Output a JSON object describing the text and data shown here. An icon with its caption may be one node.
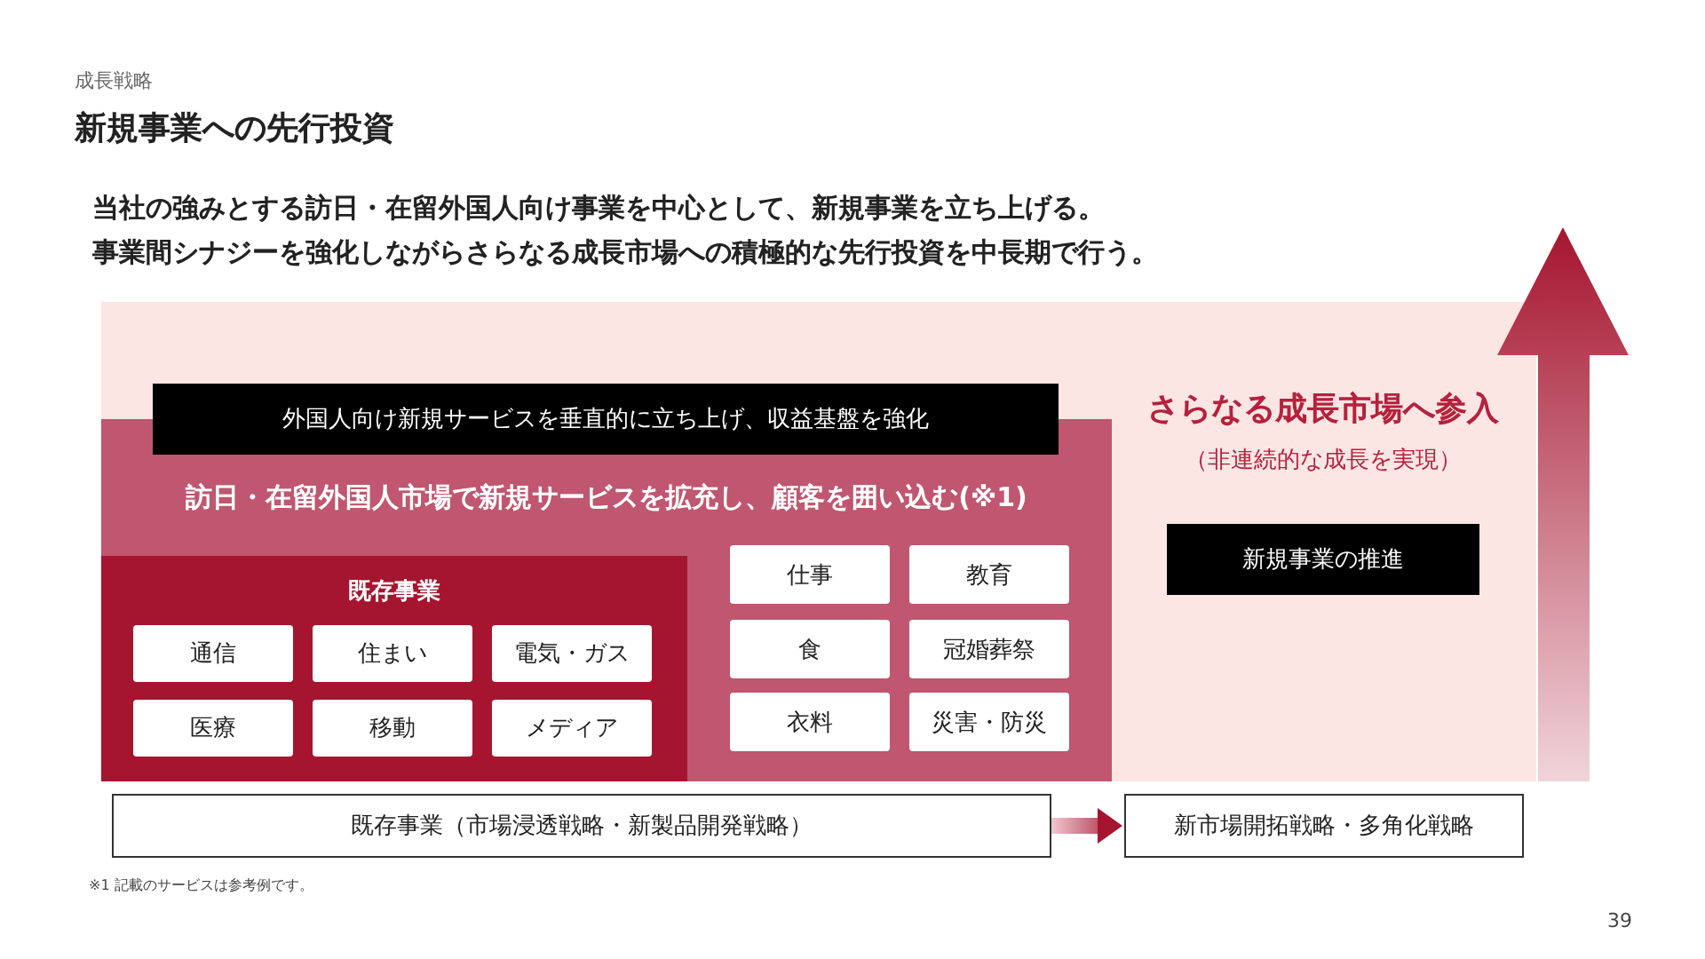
{
  "diagram": {
    "title": "新規事業への先行投資",
    "nodes": [
      {
        "text": [
          "さらなる成長市場へ参入",
          "（非連続的な成長を実現）"
        ]
      },
      {
        "text": [
          "外国人向け新規サービスを垂直的に立ち上げ、収益基盤を強化"
        ],
        "in": 0
      },
      {
        "text": [
          "訪日・在留外国人市場で新規サービスを拡充し、顧客を囲い込む(※1)"
        ],
        "in": 0
      },
      {
        "text": [
          "既存事業"
        ],
        "in": 2
      },
      {
        "text": [
          "通信"
        ],
        "in": 3
      },
      {
        "text": [
          "住まい"
        ],
        "in": 3
      },
      {
        "text": [
          "電気・ガス"
        ],
        "in": 3
      },
      {
        "text": [
          "医療"
        ],
        "in": 3
      },
      {
        "text": [
          "移動"
        ],
        "in": 3
      },
      {
        "text": [
          "メディア"
        ],
        "in": 3
      },
      {
        "text": [
          "仕事"
        ],
        "in": 2
      },
      {
        "text": [
          "教育"
        ],
        "in": 2
      },
      {
        "text": [
          "食"
        ],
        "in": 2
      },
      {
        "text": [
          "冠婚葬祭"
        ],
        "in": 2
      },
      {
        "text": [
          "衣料"
        ],
        "in": 2
      },
      {
        "text": [
          "災害・防災"
        ],
        "in": 2
      },
      {
        "text": [
          "新規事業の推進"
        ],
        "in": 0
      },
      {
        "text": [
          "既存事業（市場浸透戦略・新製品開発戦略）"
        ]
      },
      {
        "text": [
          "新市場開拓戦略・多角化戦略"
        ]
      }
    ],
    "edges": [
      {
        "from": 17,
        "to": 18,
        "arrow": "to"
      }
    ],
    "labels": [
      "成長戦略",
      "当社の強みとする訪日・在留外国人向け事業を中心として、新規事業を立ち上げる。",
      "事業間シナジーを強化しながらさらなる成長市場への積極的な先行投資を中長期で行う。",
      "※1 記載のサービスは参考例です。",
      "39"
    ]
  }
}
